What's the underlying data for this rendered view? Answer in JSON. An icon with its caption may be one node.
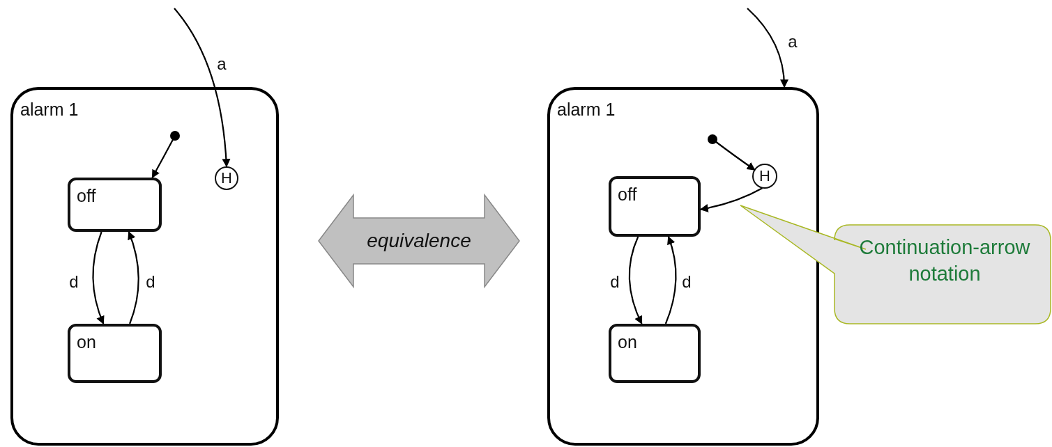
{
  "diagram": {
    "nodes": [
      {
        "text": [
          "alarm 1"
        ]
      },
      {
        "text": [],
        "shape": "circle",
        "in": 0
      },
      {
        "text": [
          "H"
        ],
        "in": 0
      },
      {
        "text": [
          "off"
        ],
        "in": 0
      },
      {
        "text": [
          "on"
        ],
        "in": 0
      },
      {
        "text": [
          "equivalence"
        ]
      },
      {
        "text": [
          "alarm 1"
        ]
      },
      {
        "text": [],
        "shape": "circle",
        "in": 6
      },
      {
        "text": [
          "H"
        ],
        "in": 6
      },
      {
        "text": [
          "off"
        ],
        "in": 6
      },
      {
        "text": [
          "on"
        ],
        "in": 6
      },
      {
        "text": [
          "Continuation-arrow notation"
        ]
      }
    ],
    "edges": [
      {
        "from": null,
        "to": 2,
        "arrow": "to",
        "label": "a"
      },
      {
        "from": 1,
        "to": 3,
        "arrow": "to"
      },
      {
        "from": 3,
        "to": 4,
        "arrow": "to",
        "label": "d"
      },
      {
        "from": 4,
        "to": 3,
        "arrow": "to",
        "label": "d"
      },
      {
        "from": null,
        "to": 6,
        "arrow": "to",
        "label": "a"
      },
      {
        "from": 7,
        "to": 8,
        "arrow": "to"
      },
      {
        "from": 8,
        "to": 9,
        "arrow": "to"
      },
      {
        "from": 9,
        "to": 10,
        "arrow": "to",
        "label": "d"
      },
      {
        "from": 10,
        "to": 9,
        "arrow": "to",
        "label": "d"
      }
    ]
  }
}
